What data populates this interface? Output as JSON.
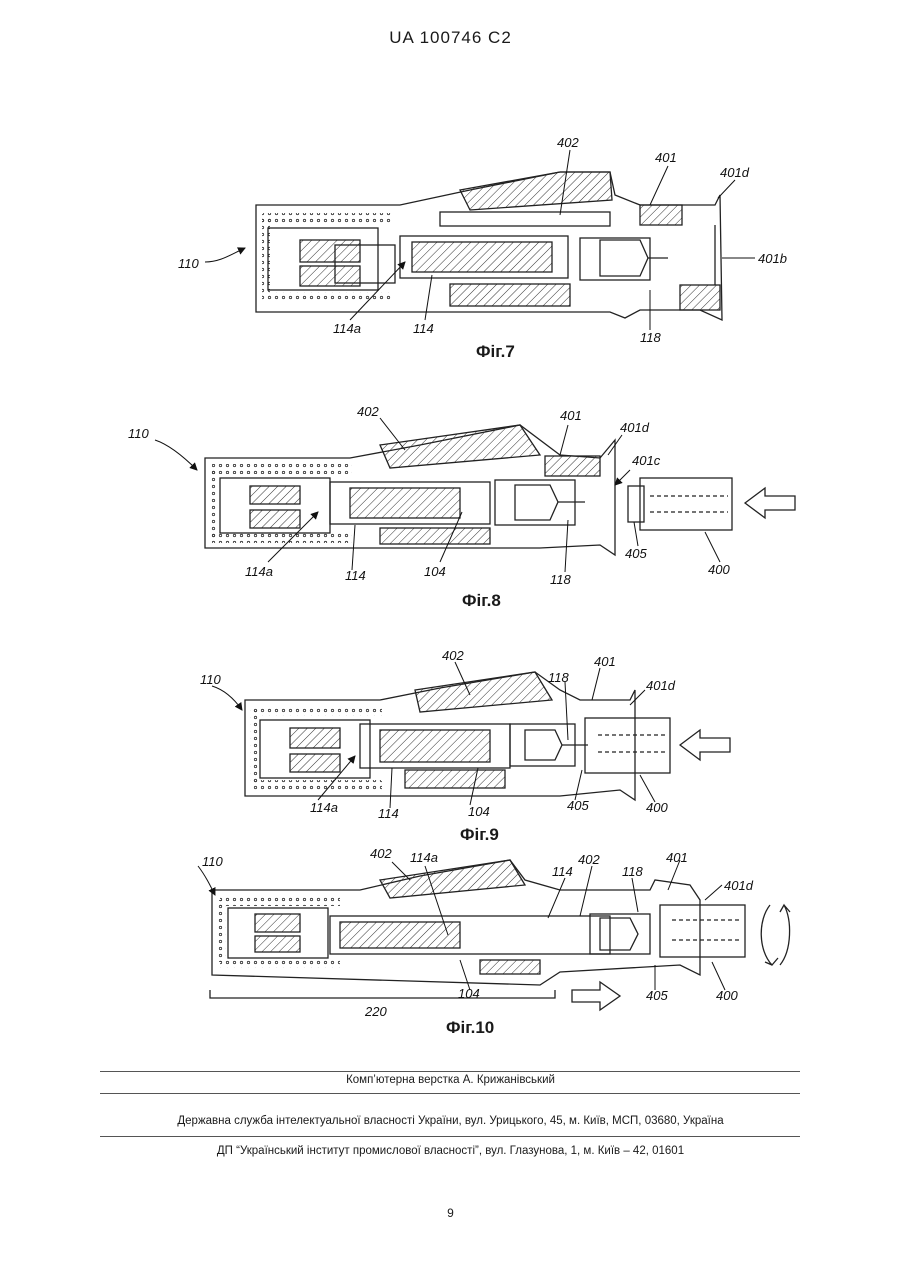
{
  "header": {
    "patent_number": "UA   100746   C2"
  },
  "figures": [
    {
      "caption": "Фіг.7",
      "labels": {
        "l402": "402",
        "l401": "401",
        "l401d": "401d",
        "l110": "110",
        "l401b": "401b",
        "l114a": "114a",
        "l114": "114",
        "l118": "118"
      }
    },
    {
      "caption": "Фіг.8",
      "labels": {
        "l110": "110",
        "l402": "402",
        "l401": "401",
        "l401d": "401d",
        "l401c": "401c",
        "l114a": "114a",
        "l114": "114",
        "l104": "104",
        "l118": "118",
        "l405": "405",
        "l400": "400"
      }
    },
    {
      "caption": "Фіг.9",
      "labels": {
        "l110": "110",
        "l402": "402",
        "l401": "401",
        "l118": "118",
        "l401d": "401d",
        "l114a": "114a",
        "l114": "114",
        "l104": "104",
        "l405": "405",
        "l400": "400"
      }
    },
    {
      "caption": "Фіг.10",
      "labels": {
        "l110": "110",
        "l402a": "402",
        "l114a": "114a",
        "l114": "114",
        "l402b": "402",
        "l118": "118",
        "l401": "401",
        "l401d": "401d",
        "l104": "104",
        "l405": "405",
        "l400": "400",
        "l220": "220"
      }
    }
  ],
  "footer": {
    "layout_credit": "Комп’ютерна верстка А. Крижанівський",
    "agency": "Державна служба інтелектуальної власності України, вул. Урицького, 45, м. Київ, МСП, 03680, Україна",
    "institute": "ДП “Український інститут промислової власності”, вул. Глазунова, 1, м. Київ – 42, 01601"
  },
  "page_number": "9"
}
